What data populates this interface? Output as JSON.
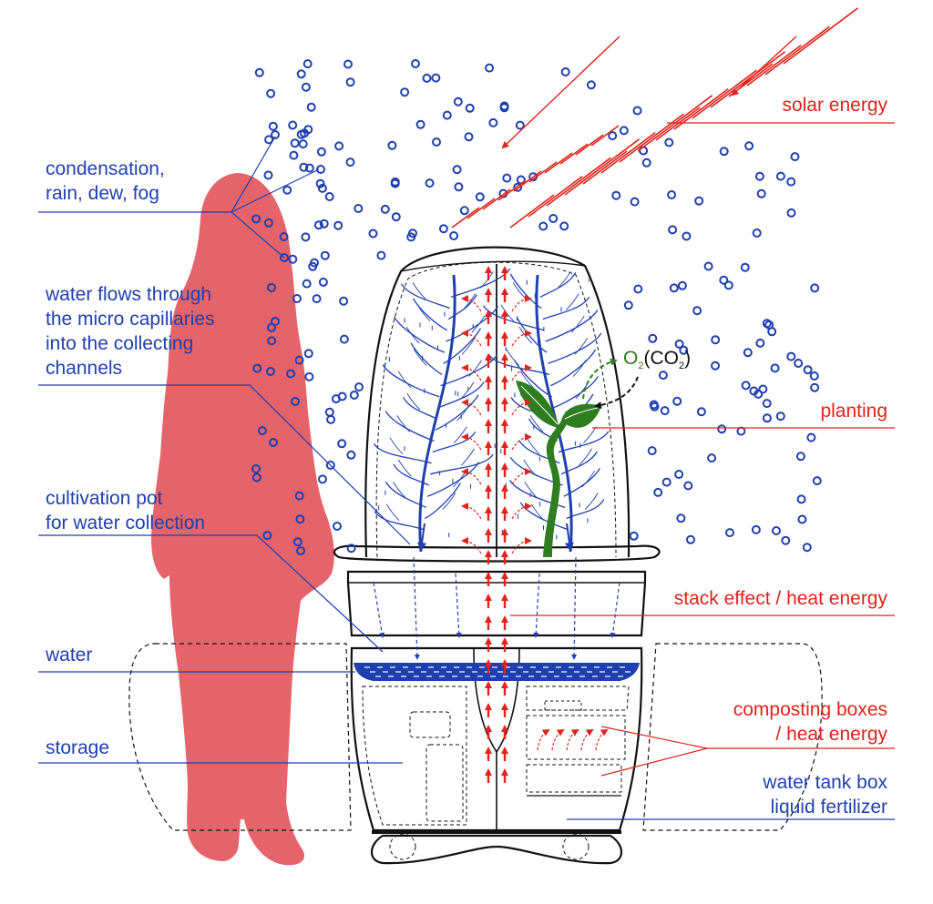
{
  "labels": {
    "condensation": "condensation,\nrain, dew, fog",
    "micro_capillaries": "water flows through\nthe micro capillaries\ninto the collecting\nchannels",
    "cultivation_pot": "cultivation pot\nfor water collection",
    "water": "water",
    "storage": "storage",
    "solar_energy": "solar energy",
    "planting": "planting",
    "stack_effect": "stack effect / heat energy",
    "composting": "composting boxes\n/ heat energy",
    "water_tank": "water tank box\nliquid fertilizer"
  },
  "chemistry": {
    "o2": "O",
    "o2_sub": "2",
    "co2_open": "(CO",
    "co2_sub": "2",
    "co2_close": ")"
  },
  "colors": {
    "blue": "#1f3fb0",
    "red": "#e0231b",
    "silhouette": "#e5646b",
    "water": "#1f3fb0",
    "leaf": "#2e7d1e",
    "outline": "#111111"
  }
}
